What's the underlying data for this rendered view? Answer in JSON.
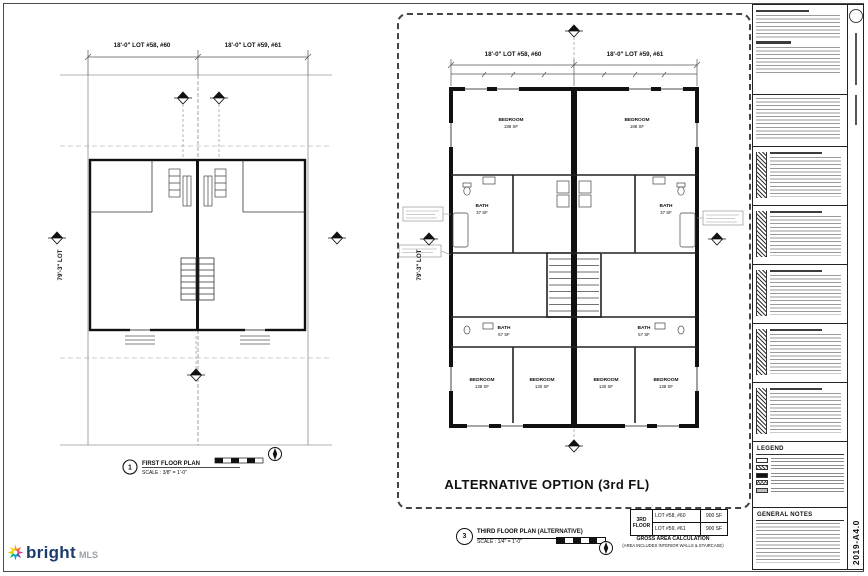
{
  "sheet": {
    "left_plan": {
      "dim_lot_left": "18'-0\" LOT #58, #60",
      "dim_lot_right": "18'-0\" LOT #59, #61",
      "dim_vertical": "79'-3\" LOT",
      "marker": "1",
      "title": "FIRST FLOOR PLAN",
      "scale": "SCALE : 3/8\" = 1'-0\""
    },
    "right_plan": {
      "dim_lot_left": "18'-0\" LOT #58, #60",
      "dim_lot_right": "18'-0\" LOT #59, #61",
      "dim_vertical": "79'-3\" LOT",
      "caption": "ALTERNATIVE OPTION (3rd FL)",
      "rooms": [
        {
          "name": "BEDROOM",
          "area": "188 SF"
        },
        {
          "name": "BEDROOM",
          "area": "188 SF"
        },
        {
          "name": "BATH",
          "area": "37 SF"
        },
        {
          "name": "BATH",
          "area": "37 SF"
        },
        {
          "name": "BATH",
          "area": "57 SF"
        },
        {
          "name": "BATH",
          "area": "57 SF"
        },
        {
          "name": "BEDROOM",
          "area": "138 SF"
        },
        {
          "name": "BEDROOM",
          "area": "130 SF"
        },
        {
          "name": "BEDROOM",
          "area": "130 SF"
        },
        {
          "name": "BEDROOM",
          "area": "138 SF"
        }
      ]
    },
    "plan_note": {
      "marker": "3",
      "title": "THIRD FLOOR PLAN (ALTERNATIVE)",
      "scale": "SCALE : 1/4\" = 1'-0\""
    },
    "area_table": {
      "floor_label": "3RD FLOOR",
      "rows": [
        {
          "lot": "LOT #58, #60",
          "area": "900 SF"
        },
        {
          "lot": "LOT #59, #61",
          "area": "900 SF"
        }
      ],
      "caption_title": "GROSS AREA CALCULATION",
      "caption_sub": "(AREA INCLUDES INTERIOR WALLS & STAIRCASE)"
    },
    "titleblock": {
      "legend_title": "LEGEND",
      "notes_title": "GENERAL NOTES",
      "sheet_number": "2019-A4.0"
    },
    "watermark": {
      "brand": "bright",
      "suffix": "MLS"
    }
  }
}
